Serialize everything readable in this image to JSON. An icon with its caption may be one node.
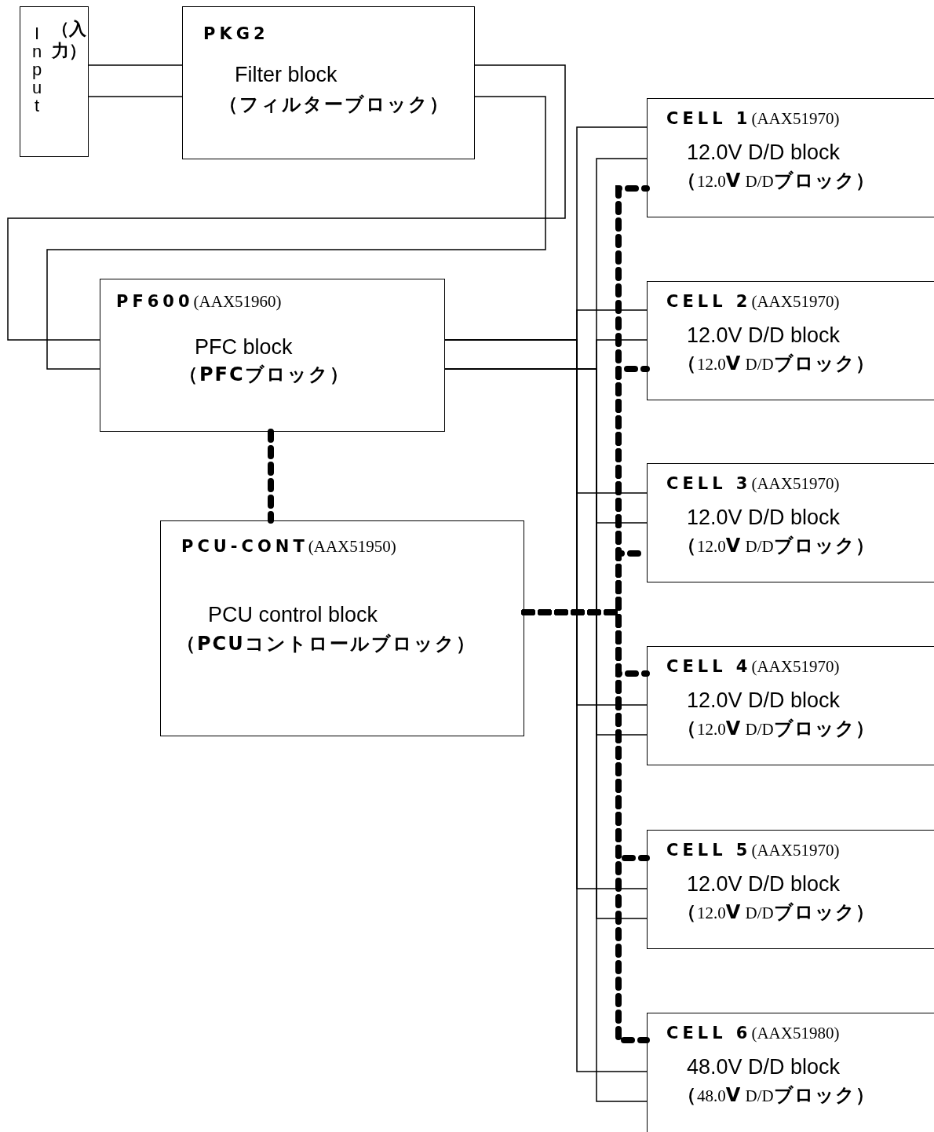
{
  "diagram": {
    "nodes": [
      {
        "text": [
          "Input",
          "（入力）"
        ]
      },
      {
        "text": [
          "PKG2",
          "Filter block",
          "（フィルターブロック）"
        ]
      },
      {
        "text": [
          "**PF600**(AAX51960)",
          "PFC block",
          "（PFCブロック）"
        ]
      },
      {
        "text": [
          "**PCU-CONT**(AAX51950)",
          "PCU control block",
          "（PCUコントロールブロック）"
        ]
      },
      {
        "text": [
          "**CELL 1**(AAX51970)",
          "12.0V D/D block",
          "**（**12.0**V** D/D**ブロック）**"
        ]
      },
      {
        "text": [
          "**CELL 2**(AAX51970)",
          "12.0V D/D block",
          "**（**12.0**V** D/D**ブロック）**"
        ]
      },
      {
        "text": [
          "**CELL 3**(AAX51970)",
          "12.0V D/D block",
          "**（**12.0**V** D/D**ブロック）**"
        ]
      },
      {
        "text": [
          "**CELL 4**(AAX51970)",
          "12.0V D/D block",
          "**（**12.0**V** D/D**ブロック）**"
        ]
      },
      {
        "text": [
          "**CELL 5**(AAX51970)",
          "12.0V D/D block",
          "**（**12.0**V** D/D**ブロック）**"
        ]
      },
      {
        "text": [
          "**CELL 6**(AAX51980)",
          "48.0V D/D block",
          "**（**48.0**V** D/D**ブロック）**"
        ]
      }
    ],
    "edges": [
      {
        "from": 0,
        "to": 1,
        "arrow": "none"
      },
      {
        "from": 0,
        "to": 1,
        "arrow": "none"
      },
      {
        "from": 1,
        "to": 2,
        "arrow": "none"
      },
      {
        "from": 1,
        "to": 2,
        "arrow": "none"
      },
      {
        "from": 2,
        "to": 3,
        "arrow": "none",
        "style": "dashed"
      },
      {
        "from": 2,
        "to": 4,
        "arrow": "none"
      },
      {
        "from": 2,
        "to": 5,
        "arrow": "none"
      },
      {
        "from": 2,
        "to": 6,
        "arrow": "none"
      },
      {
        "from": 2,
        "to": 7,
        "arrow": "none"
      },
      {
        "from": 2,
        "to": 8,
        "arrow": "none"
      },
      {
        "from": 2,
        "to": 9,
        "arrow": "none"
      },
      {
        "from": 2,
        "to": 4,
        "arrow": "none"
      },
      {
        "from": 2,
        "to": 5,
        "arrow": "none"
      },
      {
        "from": 2,
        "to": 6,
        "arrow": "none"
      },
      {
        "from": 2,
        "to": 7,
        "arrow": "none"
      },
      {
        "from": 2,
        "to": 8,
        "arrow": "none"
      },
      {
        "from": 2,
        "to": 9,
        "arrow": "none"
      },
      {
        "from": 3,
        "to": 4,
        "arrow": "none",
        "style": "dashed"
      },
      {
        "from": 3,
        "to": 5,
        "arrow": "none",
        "style": "dashed"
      },
      {
        "from": 3,
        "to": 6,
        "arrow": "none",
        "style": "dashed"
      },
      {
        "from": 3,
        "to": 7,
        "arrow": "none",
        "style": "dashed"
      },
      {
        "from": 3,
        "to": 8,
        "arrow": "none",
        "style": "dashed"
      },
      {
        "from": 3,
        "to": 9,
        "arrow": "none",
        "style": "dashed"
      }
    ]
  }
}
